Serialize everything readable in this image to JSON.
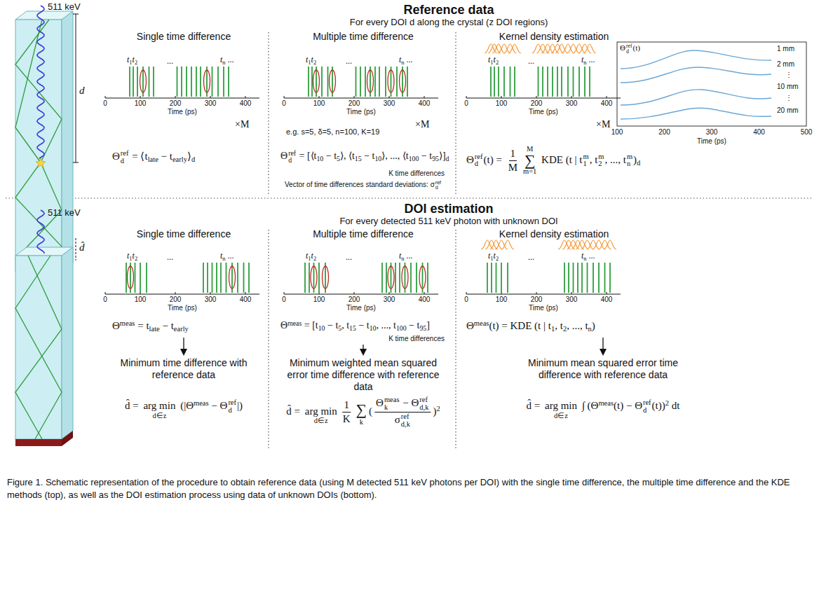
{
  "diagram": {
    "caption": "Figure 1. Schematic representation of the procedure to obtain reference data (using M detected 511 keV photons per DOI) with the single time difference, the multiple time difference and the KDE methods (top), as well as the DOI estimation process using data of unknown DOIs (bottom).",
    "labels": [
      "Reference data",
      "For every DOI d along the crystal (z DOI regions)",
      "511 keV",
      "d",
      "Single time difference",
      "Multiple time difference",
      "Kernel density estimation",
      "t",
      "1",
      "t",
      "2",
      "...",
      "t",
      "n",
      " ...",
      "0",
      "100",
      "200",
      "300",
      "400",
      "Time (ps)",
      "×M",
      "Θ",
      "ref",
      "d",
      " = ⟨t",
      "late",
      " − t",
      "early",
      "⟩",
      "d",
      "t",
      "1",
      "t",
      "2",
      "...",
      "t",
      "n",
      " ...",
      "0",
      "100",
      "200",
      "300",
      "400",
      "Time (ps)",
      "×M",
      "e.g. s=5, δ=5, n=100, K=19",
      "Θ",
      "ref",
      "d",
      " = [⟨t",
      "10",
      " − t",
      "5",
      "⟩, ⟨t",
      "15",
      " − t",
      "10",
      "⟩, ..., ⟨t",
      "100",
      " − t",
      "95",
      "⟩]",
      "d",
      "K time differences",
      "Vector of time differences standard deviations: σ",
      "ref",
      "d",
      "t",
      "1",
      "t",
      "2",
      "...",
      "t",
      "n",
      " ...",
      "0",
      "100",
      "200",
      "300",
      "400",
      "Time (ps)",
      "×M",
      "Θ",
      "ref",
      "d",
      "(t)",
      "1 mm",
      "2 mm",
      "⋮",
      "10 mm",
      "⋮",
      "20 mm",
      "100",
      "200",
      "300",
      "400",
      "500",
      "Time (ps)",
      "Θ",
      "ref",
      "d",
      "(t) = ",
      "1",
      "M",
      "M",
      "∑",
      "m=1",
      " KDE (t | t",
      "m",
      "1",
      ", t",
      "m",
      "2",
      ", ..., t",
      "m",
      "n",
      ")",
      "d",
      "DOI estimation",
      "For every detected 511 keV photon with unknown DOI",
      "511 keV",
      "d̂",
      "Single time difference",
      "Multiple time difference",
      "Kernel density estimation",
      "t",
      "1",
      "t",
      "2",
      "...",
      "t",
      "n",
      " ...",
      "0",
      "100",
      "200",
      "300",
      "400",
      "Time (ps)",
      "Θ",
      "meas",
      " = t",
      "late",
      " − t",
      "early",
      "Minimum time difference with reference data",
      "d̂ = ",
      "arg min",
      "d∈z",
      " (|Θ",
      "meas",
      " − Θ",
      "ref",
      "d",
      "|)",
      "t",
      "1",
      "t",
      "2",
      "...",
      "t",
      "n",
      " ...",
      "0",
      "100",
      "200",
      "300",
      "400",
      "Time (ps)",
      "Θ",
      "meas",
      " = [t",
      "10",
      " − t",
      "5",
      ", t",
      "15",
      " − t",
      "10",
      ", ..., t",
      "100",
      " − t",
      "95",
      "]",
      "K time differences",
      "Minimum weighted mean squared error time difference with reference data",
      "d̂ = ",
      "arg min",
      "d∈z",
      "1",
      "K",
      "∑",
      "k",
      "(",
      "Θ",
      "meas",
      "k",
      " − Θ",
      "ref",
      "d,k",
      "σ",
      "ref",
      "d,k",
      ")",
      "2",
      "t",
      "1",
      "t",
      "2",
      "...",
      "t",
      "n",
      " ...",
      "0",
      "100",
      "200",
      "300",
      "400",
      "Time (ps)",
      "Θ",
      "meas",
      "(t) = KDE (t | t",
      "1",
      ", t",
      "2",
      ", ..., t",
      "n",
      ")",
      "Minimum mean squared error time difference with reference data",
      "d̂ = ",
      "arg min",
      "d∈z",
      " ∫ (Θ",
      "meas",
      "(t) − Θ",
      "ref",
      "d",
      "(t))",
      "2",
      " dt"
    ]
  }
}
